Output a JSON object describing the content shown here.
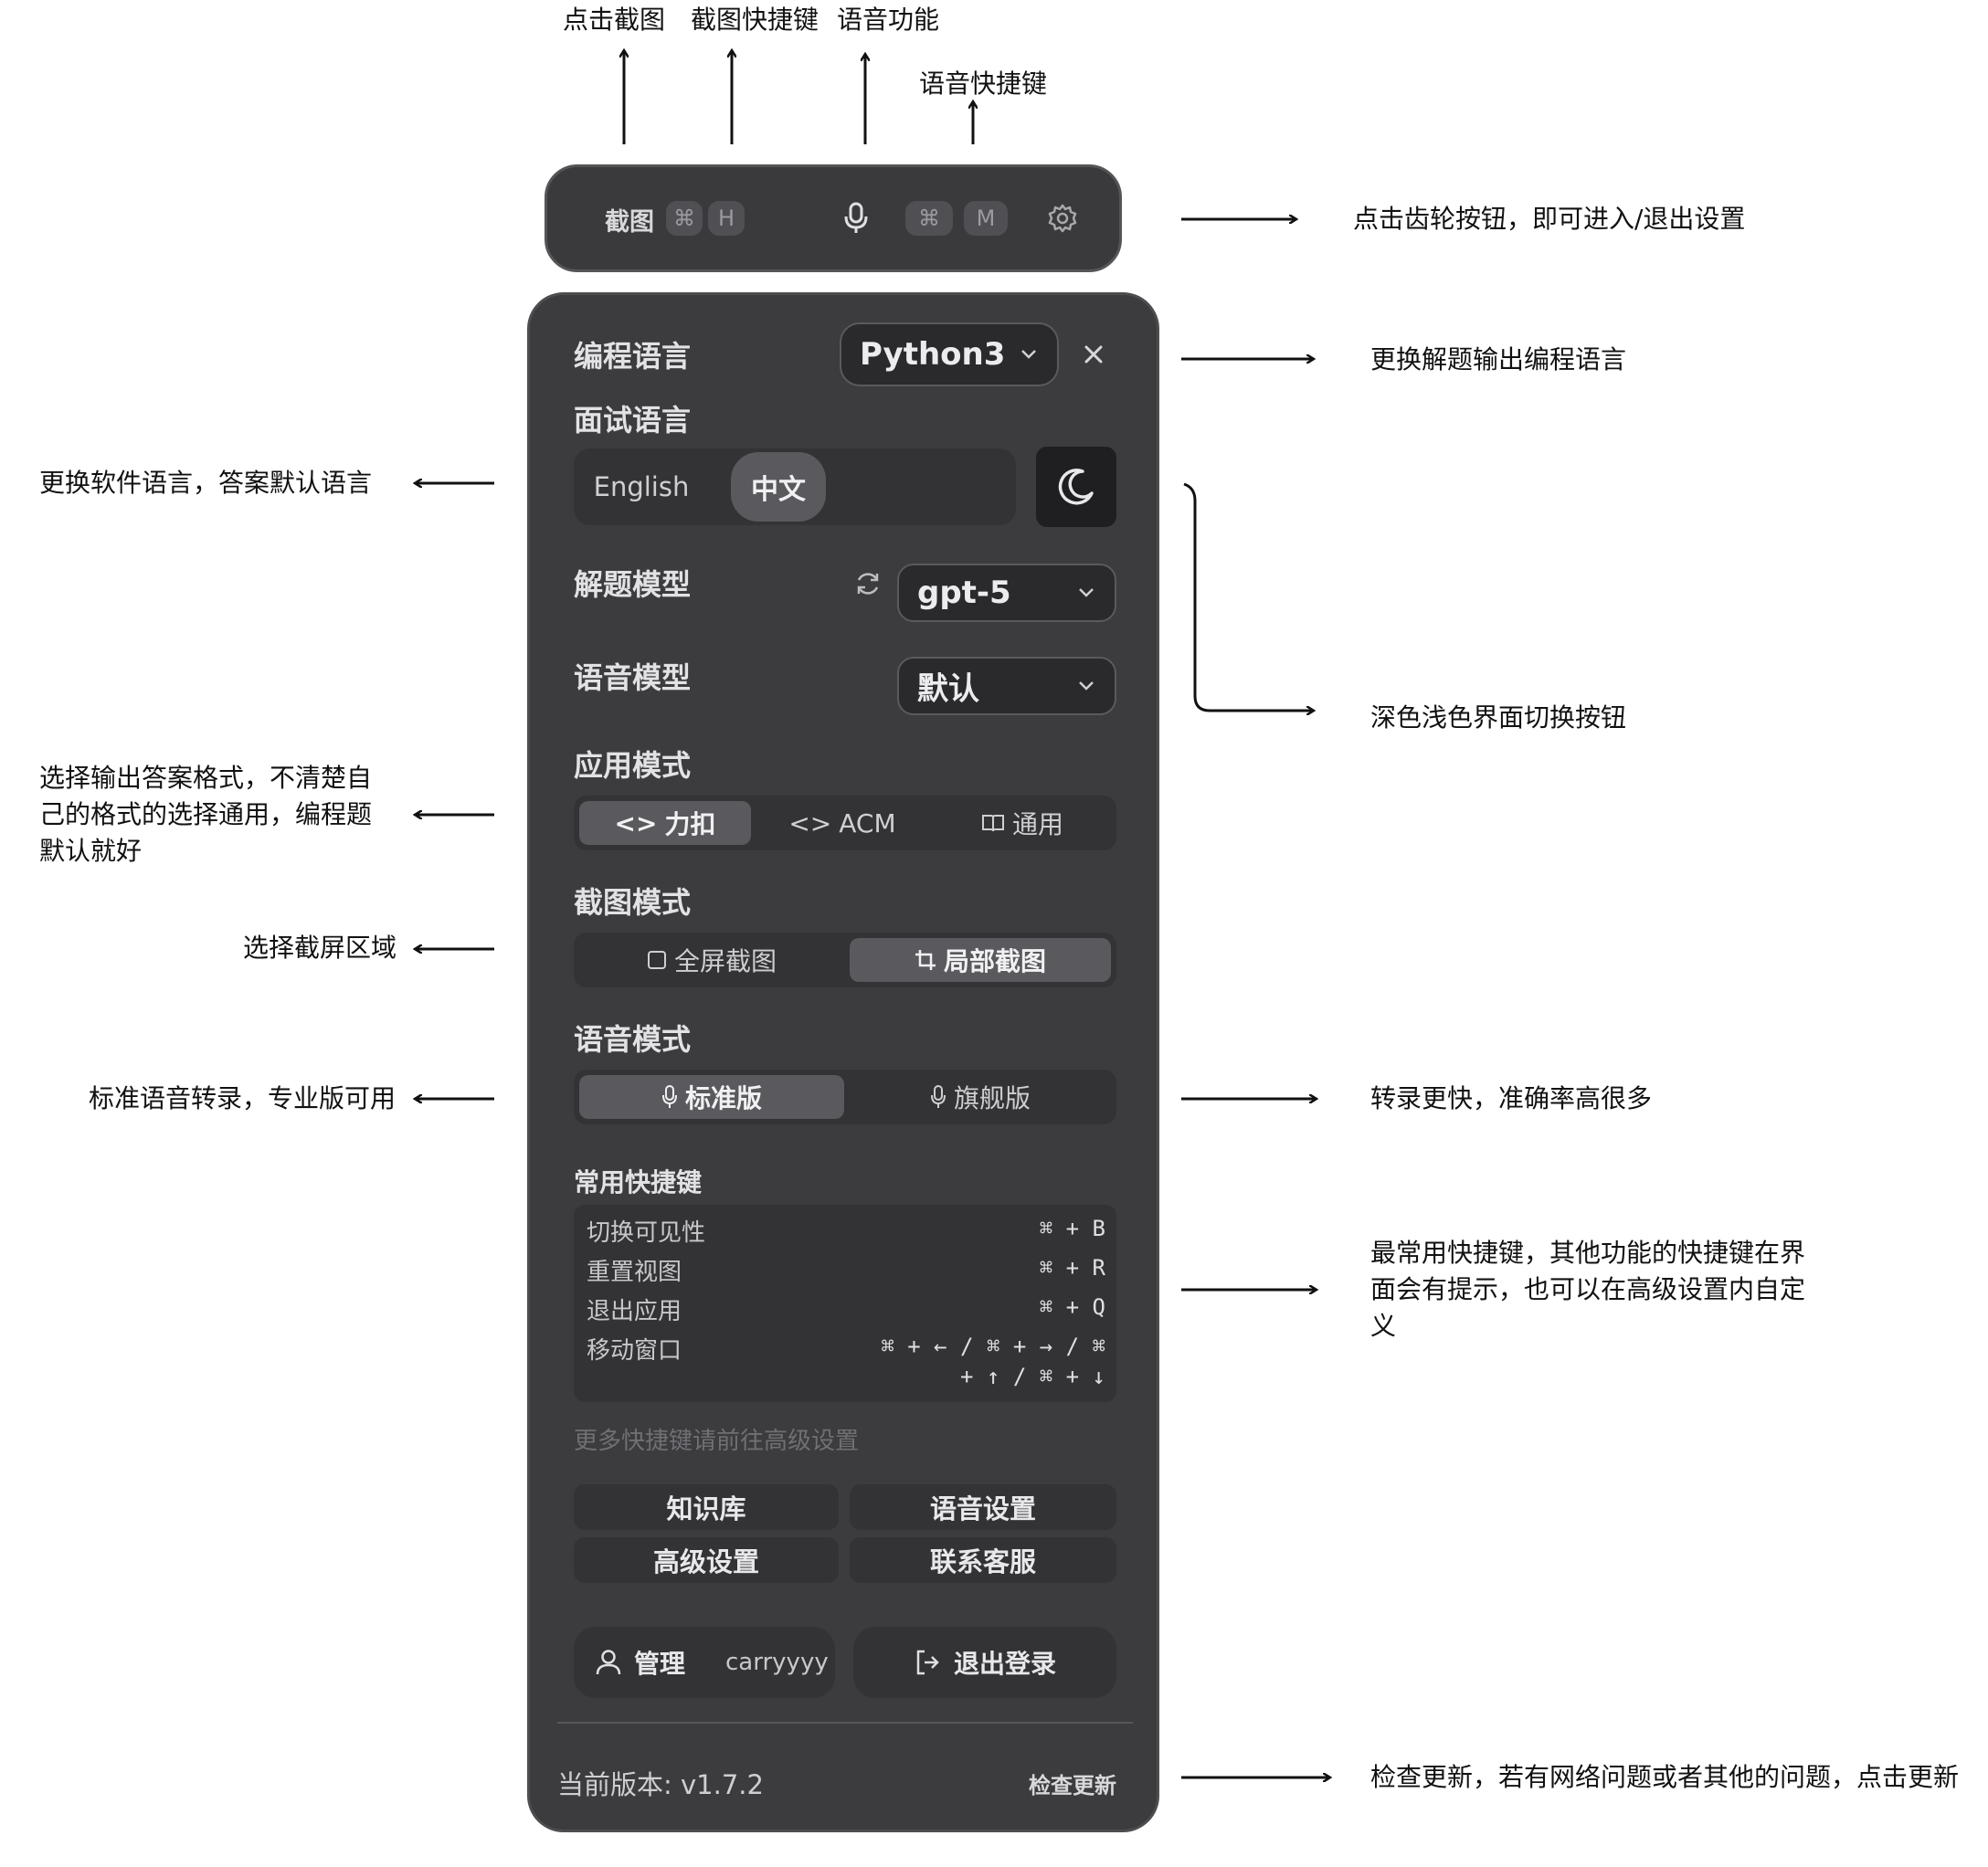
{
  "annotations": {
    "click_screenshot": "点击截图",
    "screenshot_hotkey": "截图快捷键",
    "voice_function": "语音功能",
    "voice_hotkey": "语音快捷键",
    "gear_setting": "点击齿轮按钮，即可进入/退出设置",
    "change_code_lang": "更换解题输出编程语言",
    "change_ui_lang": "更换软件语言，答案默认语言",
    "theme_toggle": "深色浅色界面切换按钮",
    "answer_format": "选择输出答案格式，不清楚自己的格式的选择通用，编程题默认就好",
    "screenshot_region": "选择截屏区域",
    "standard_voice": "标准语音转录，专业版可用",
    "flagship_voice": "转录更快，准确率高很多",
    "common_hotkeys": "最常用快捷键，其他功能的快捷键在界面会有提示，也可以在高级设置内自定义",
    "check_update": "检查更新，若有网络问题或者其他的问题，点击更新"
  },
  "toolbar": {
    "screenshot_label": "截图",
    "shot_key_mod": "⌘",
    "shot_key": "H",
    "voice_key_mod": "⌘",
    "voice_key": "M",
    "icons": [
      "mic-icon",
      "gear-icon"
    ]
  },
  "panel": {
    "code_lang_label": "编程语言",
    "code_lang_value": "Python3",
    "interview_lang_label": "面试语言",
    "lang_options": [
      "English",
      "中文"
    ],
    "lang_selected": "中文",
    "solve_model_label": "解题模型",
    "solve_model_value": "gpt-5",
    "voice_model_label": "语音模型",
    "voice_model_value": "默认",
    "app_mode_label": "应用模式",
    "app_modes": [
      "力扣",
      "ACM",
      "通用"
    ],
    "app_mode_selected": "力扣",
    "shot_mode_label": "截图模式",
    "shot_modes": [
      "全屏截图",
      "局部截图"
    ],
    "shot_mode_selected": "局部截图",
    "voice_mode_label": "语音模式",
    "voice_modes": [
      "标准版",
      "旗舰版"
    ],
    "voice_mode_selected": "标准版",
    "shortcuts_label": "常用快捷键",
    "shortcuts": [
      {
        "label": "切换可见性",
        "keys": "⌘ + B"
      },
      {
        "label": "重置视图",
        "keys": "⌘ + R"
      },
      {
        "label": "退出应用",
        "keys": "⌘ + Q"
      },
      {
        "label": "移动窗口",
        "keys": "⌘ + ← / ⌘ + → / ⌘",
        "keys2": "+ ↑ / ⌘ + ↓"
      }
    ],
    "more_shortcuts": "更多快捷键请前往高级设置",
    "knowledge_base": "知识库",
    "voice_settings": "语音设置",
    "advanced_settings": "高级设置",
    "contact_support": "联系客服",
    "manage": "管理",
    "username": "carryyyy",
    "logout": "退出登录",
    "version": "当前版本: v1.7.2",
    "check_update": "检查更新"
  },
  "colors": {
    "panel_bg": "#3c3c3f",
    "toolbar_bg": "#3a3a3d",
    "active_segment": "#5a5a5e"
  }
}
